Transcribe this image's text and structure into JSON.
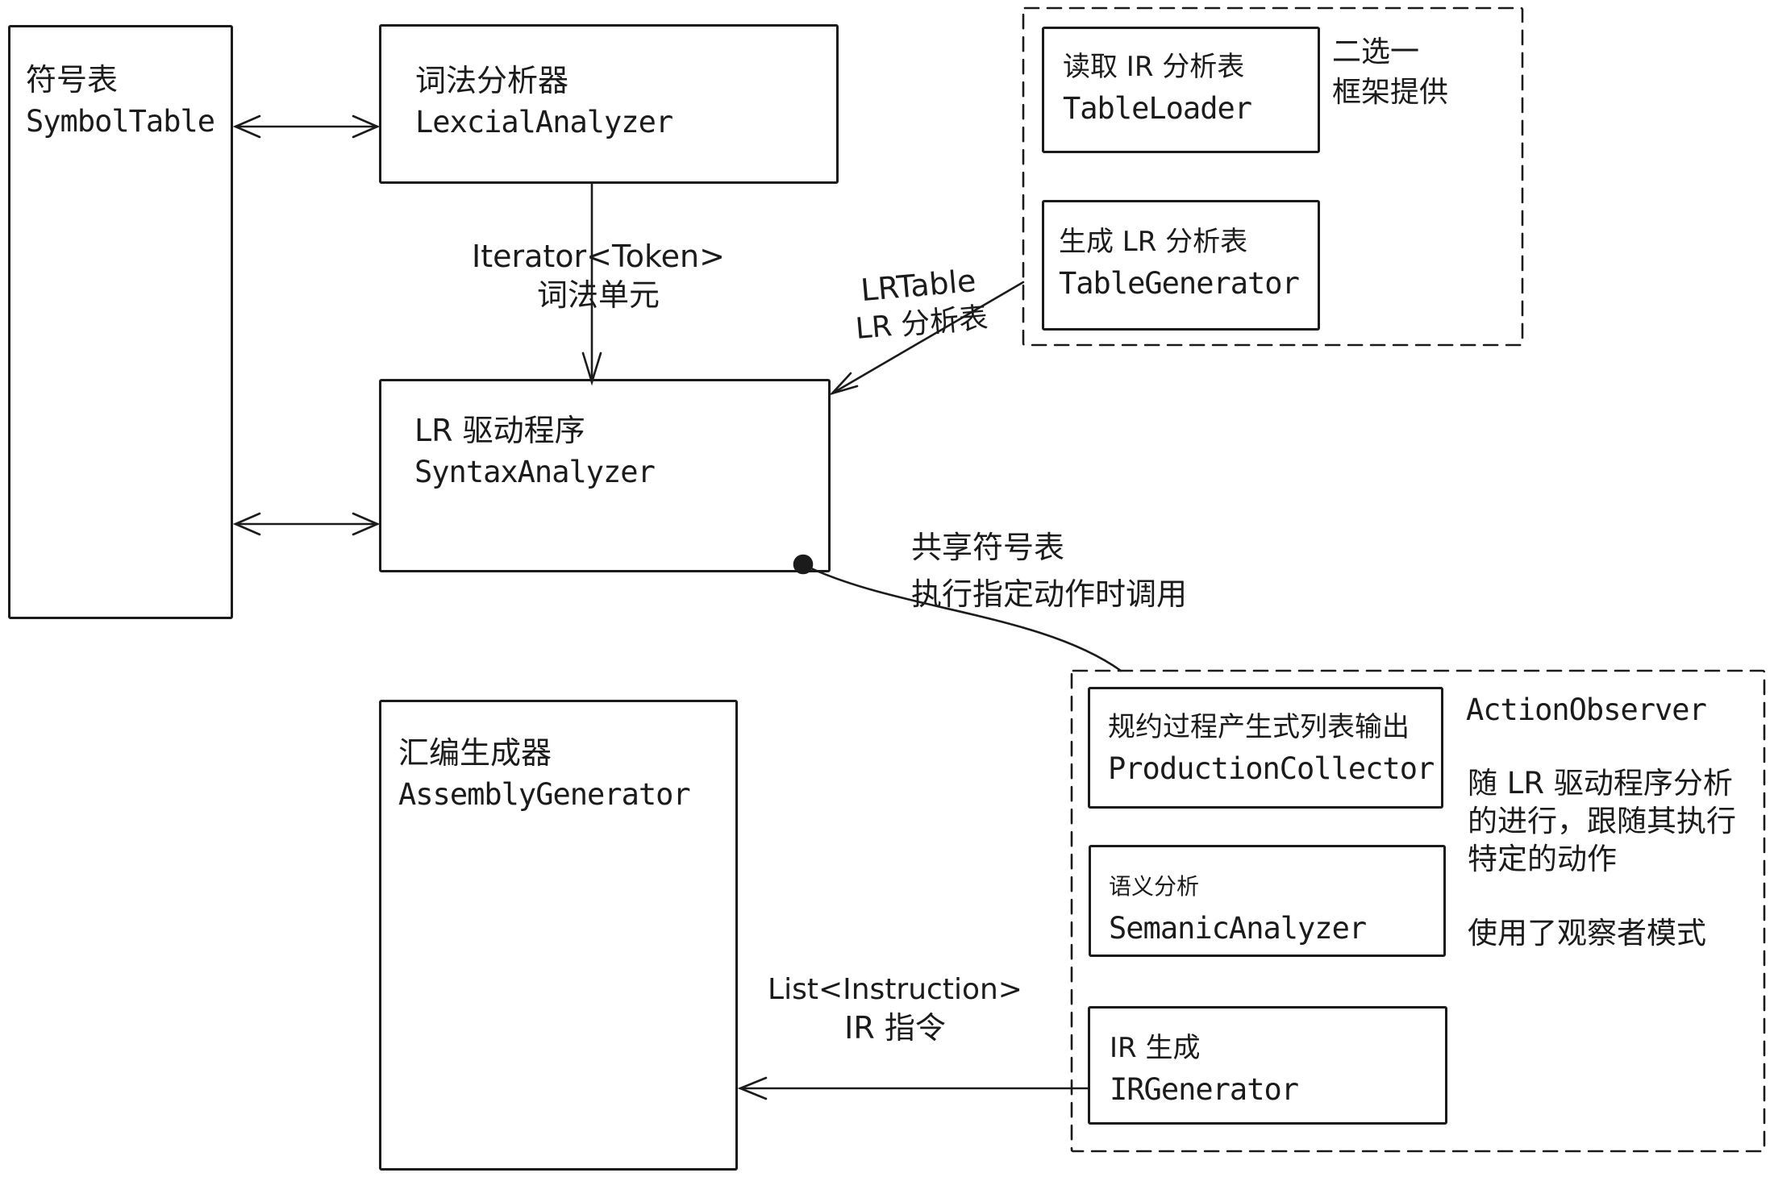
{
  "diagram": {
    "background": "#ffffff",
    "ink": "#1b1b1b",
    "nodes": {
      "symbol_table": {
        "zh": "符号表",
        "en": "SymbolTable"
      },
      "lexical_analyzer": {
        "zh": "词法分析器",
        "en": "LexcialAnalyzer"
      },
      "syntax_analyzer": {
        "zh": "LR 驱动程序",
        "en": "SyntaxAnalyzer"
      },
      "assembly_generator": {
        "zh": "汇编生成器",
        "en": "AssemblyGenerator"
      },
      "table_loader": {
        "zh": "读取 IR 分析表",
        "en": "TableLoader"
      },
      "table_generator": {
        "zh": "生成 LR 分析表",
        "en": "TableGenerator"
      },
      "production_collector": {
        "zh": "规约过程产生式列表输出",
        "en": "ProductionCollector"
      },
      "semanic_analyzer": {
        "zh": "语义分析",
        "en": "SemanicAnalyzer"
      },
      "ir_generator": {
        "zh": "IR 生成",
        "en": "IRGenerator"
      }
    },
    "edge_labels": {
      "token": {
        "line1": "Iterator<Token>",
        "line2": "词法单元"
      },
      "lr_table": {
        "line1": "LRTable",
        "line2": "LR 分析表"
      },
      "shared_call": {
        "line1": "共享符号表",
        "line2": "执行指定动作时调用"
      },
      "ir_list": {
        "line1": "List<Instruction>",
        "line2": "IR 指令"
      }
    },
    "notes": {
      "alternative": {
        "line1": "二选一",
        "line2": "框架提供"
      },
      "observer": {
        "title": "ActionObserver",
        "body_line1": "随 LR 驱动程序分析",
        "body_line2": "的进行，跟随其执行",
        "body_line3": "特定的动作",
        "footer": "使用了观察者模式"
      }
    }
  }
}
